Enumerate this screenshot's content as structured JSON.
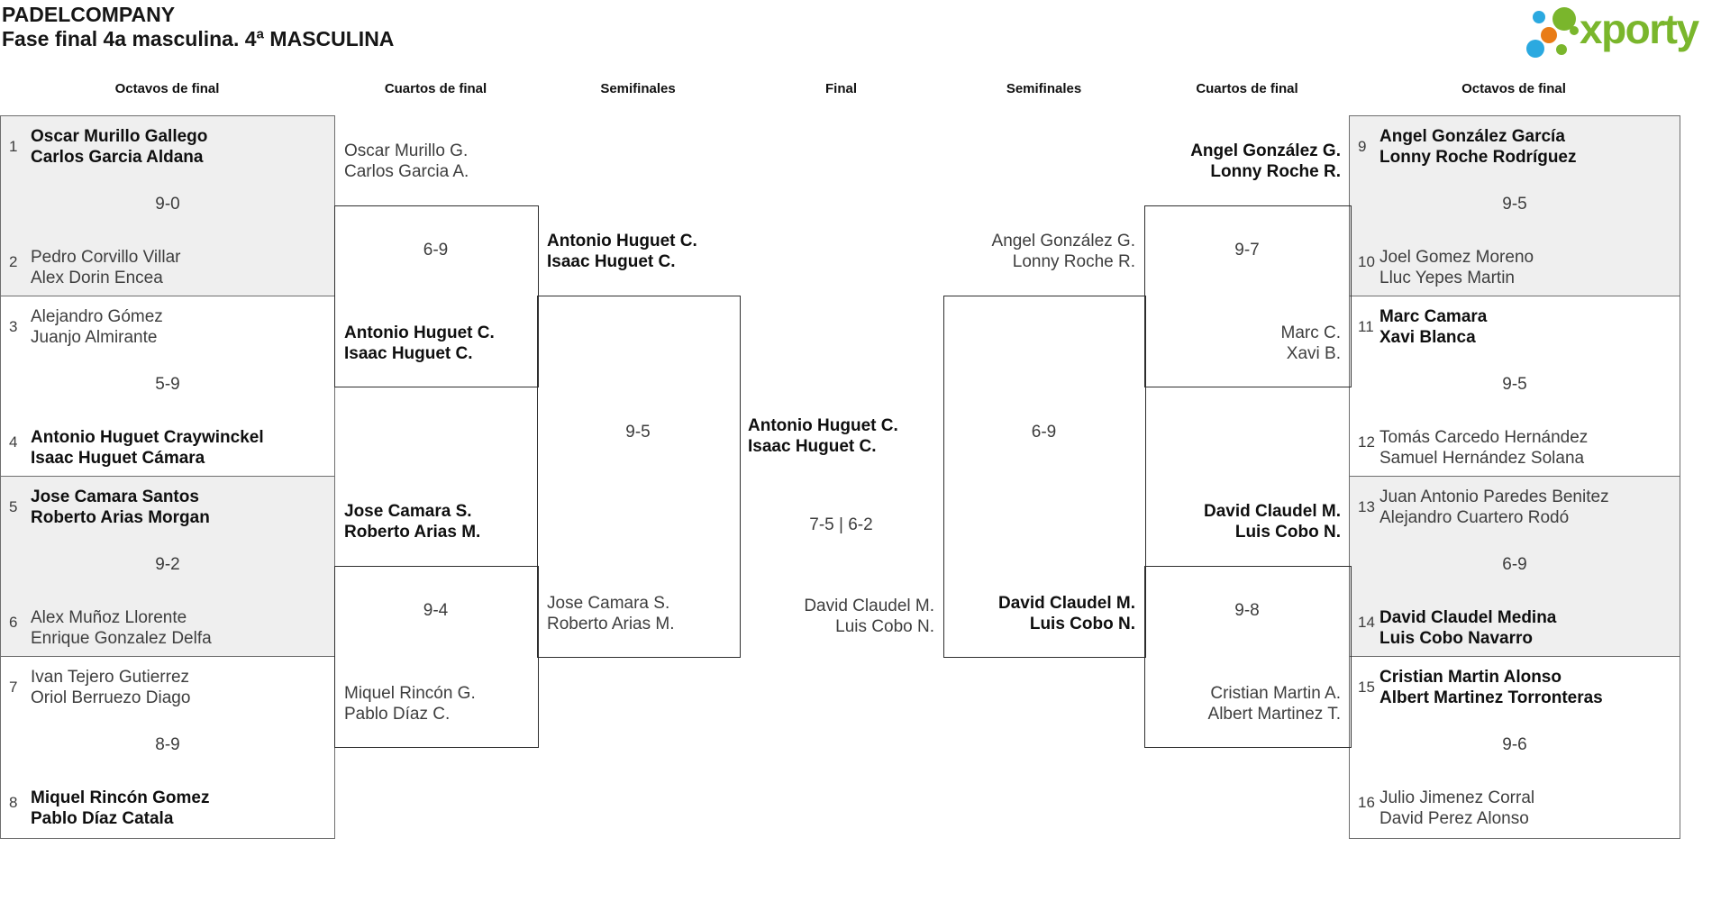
{
  "title": {
    "line1": "PADELCOMPANY",
    "line2": "Fase final 4a masculina. 4ª MASCULINA"
  },
  "logo": {
    "text": "xporty",
    "colors": {
      "green": "#7ab62c",
      "blue": "#2ba9e0",
      "orange": "#e97c16"
    }
  },
  "round_headers": {
    "left_octavos": "Octavos de final",
    "left_cuartos": "Cuartos de final",
    "left_semis": "Semifinales",
    "final": "Final",
    "right_semis": "Semifinales",
    "right_cuartos": "Cuartos de final",
    "right_octavos": "Octavos de final"
  },
  "octavos": {
    "left": [
      {
        "seed_top": "1",
        "team_top": [
          "Oscar Murillo Gallego",
          "Carlos Garcia Aldana"
        ],
        "top_winner": true,
        "score": "9-0",
        "seed_bottom": "2",
        "team_bottom": [
          "Pedro Corvillo Villar",
          "Alex Dorin Encea"
        ],
        "bottom_winner": false
      },
      {
        "seed_top": "3",
        "team_top": [
          "Alejandro Gómez",
          "Juanjo Almirante"
        ],
        "top_winner": false,
        "score": "5-9",
        "seed_bottom": "4",
        "team_bottom": [
          "Antonio Huguet Craywinckel",
          "Isaac Huguet Cámara"
        ],
        "bottom_winner": true
      },
      {
        "seed_top": "5",
        "team_top": [
          "Jose Camara Santos",
          "Roberto Arias Morgan"
        ],
        "top_winner": true,
        "score": "9-2",
        "seed_bottom": "6",
        "team_bottom": [
          "Alex Muñoz Llorente",
          "Enrique Gonzalez Delfa"
        ],
        "bottom_winner": false
      },
      {
        "seed_top": "7",
        "team_top": [
          "Ivan Tejero Gutierrez",
          "Oriol Berruezo Diago"
        ],
        "top_winner": false,
        "score": "8-9",
        "seed_bottom": "8",
        "team_bottom": [
          "Miquel Rincón Gomez",
          "Pablo Díaz Catala"
        ],
        "bottom_winner": true
      }
    ],
    "right": [
      {
        "seed_top": "9",
        "team_top": [
          "Angel González García",
          "Lonny Roche Rodríguez"
        ],
        "top_winner": true,
        "score": "9-5",
        "seed_bottom": "10",
        "team_bottom": [
          "Joel Gomez Moreno",
          "Lluc Yepes Martin"
        ],
        "bottom_winner": false
      },
      {
        "seed_top": "11",
        "team_top": [
          "Marc Camara",
          "Xavi Blanca"
        ],
        "top_winner": true,
        "score": "9-5",
        "seed_bottom": "12",
        "team_bottom": [
          "Tomás Carcedo Hernández",
          "Samuel Hernández Solana"
        ],
        "bottom_winner": false
      },
      {
        "seed_top": "13",
        "team_top": [
          "Juan Antonio Paredes Benitez",
          "Alejandro Cuartero Rodó"
        ],
        "top_winner": false,
        "score": "6-9",
        "seed_bottom": "14",
        "team_bottom": [
          "David Claudel Medina",
          "Luis Cobo Navarro"
        ],
        "bottom_winner": true
      },
      {
        "seed_top": "15",
        "team_top": [
          "Cristian Martin Alonso",
          "Albert Martinez Torronteras"
        ],
        "top_winner": true,
        "score": "9-6",
        "seed_bottom": "16",
        "team_bottom": [
          "Julio Jimenez Corral",
          "David Perez Alonso"
        ],
        "bottom_winner": false
      }
    ]
  },
  "cuartos": {
    "left": [
      {
        "team_top": [
          "Oscar Murillo G.",
          "Carlos Garcia A."
        ],
        "top_winner": false,
        "score": "6-9",
        "team_bottom": [
          "Antonio Huguet C.",
          "Isaac Huguet C."
        ],
        "bottom_winner": true
      },
      {
        "team_top": [
          "Jose Camara S.",
          "Roberto Arias M."
        ],
        "top_winner": true,
        "score": "9-4",
        "team_bottom": [
          "Miquel Rincón G.",
          "Pablo Díaz C."
        ],
        "bottom_winner": false
      }
    ],
    "right": [
      {
        "team_top": [
          "Angel González G.",
          "Lonny Roche R."
        ],
        "top_winner": true,
        "score": "9-7",
        "team_bottom": [
          "Marc C.",
          "Xavi B."
        ],
        "bottom_winner": false
      },
      {
        "team_top": [
          "David Claudel M.",
          "Luis Cobo N."
        ],
        "top_winner": true,
        "score": "9-8",
        "team_bottom": [
          "Cristian Martin A.",
          "Albert Martinez T."
        ],
        "bottom_winner": false
      }
    ]
  },
  "semis": {
    "left": {
      "team_top": [
        "Antonio Huguet C.",
        "Isaac Huguet C."
      ],
      "top_winner": true,
      "score": "9-5",
      "team_bottom": [
        "Jose Camara S.",
        "Roberto Arias M."
      ],
      "bottom_winner": false
    },
    "right": {
      "team_top": [
        "Angel González G.",
        "Lonny Roche R."
      ],
      "top_winner": false,
      "score": "6-9",
      "team_bottom": [
        "David Claudel M.",
        "Luis Cobo N."
      ],
      "bottom_winner": true
    }
  },
  "final": {
    "team_top": [
      "Antonio Huguet C.",
      "Isaac Huguet C."
    ],
    "top_winner": true,
    "score": "7-5 | 6-2",
    "team_bottom": [
      "David Claudel M.",
      "Luis Cobo N."
    ],
    "bottom_winner": false
  }
}
